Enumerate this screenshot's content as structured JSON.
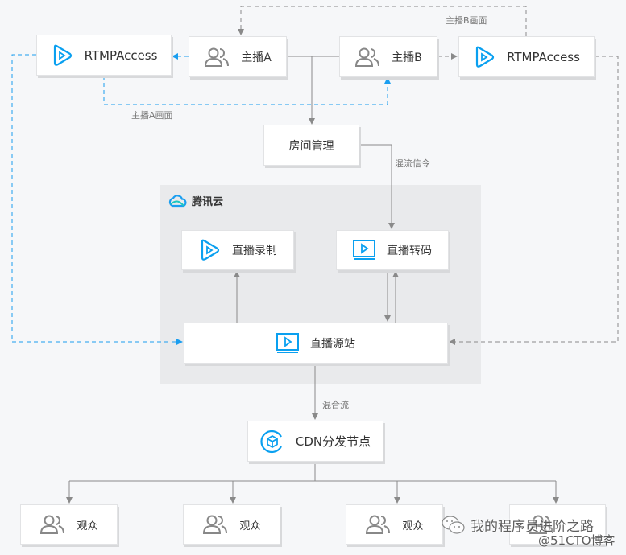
{
  "colors": {
    "accent": "#0aa0f0",
    "line_gray": "#8a8a8a",
    "dash_blue": "#1a9ef0",
    "cloud_bg": "#e9eaec",
    "background": "#f6f7f9"
  },
  "cloud": {
    "title": "腾讯云",
    "icon": "tencent-cloud-logo"
  },
  "nodes": {
    "rtmp_left": {
      "label": "RTMPAccess",
      "icon": "play-icon"
    },
    "anchor_a": {
      "label": "主播A",
      "icon": "users-icon"
    },
    "anchor_b": {
      "label": "主播B",
      "icon": "users-icon"
    },
    "rtmp_right": {
      "label": "RTMPAccess",
      "icon": "play-icon"
    },
    "room": {
      "label": "房间管理"
    },
    "record": {
      "label": "直播录制",
      "icon": "play-icon"
    },
    "transcode": {
      "label": "直播转码",
      "icon": "video-icon"
    },
    "origin": {
      "label": "直播源站",
      "icon": "video-icon"
    },
    "cdn": {
      "label": "CDN分发节点",
      "icon": "cdn-cube-icon"
    },
    "viewers": [
      {
        "label": "观众"
      },
      {
        "label": "观众"
      },
      {
        "label": "观众"
      },
      {
        "label": "观众"
      }
    ]
  },
  "edge_labels": {
    "b_stream": "主播B画面",
    "a_stream": "主播A画面",
    "mix_signal": "混流信令",
    "mixed_stream": "混合流"
  },
  "watermark": {
    "line1": "我的程序员进阶之路",
    "line2": "@51CTO博客",
    "icon": "wechat-icon"
  }
}
